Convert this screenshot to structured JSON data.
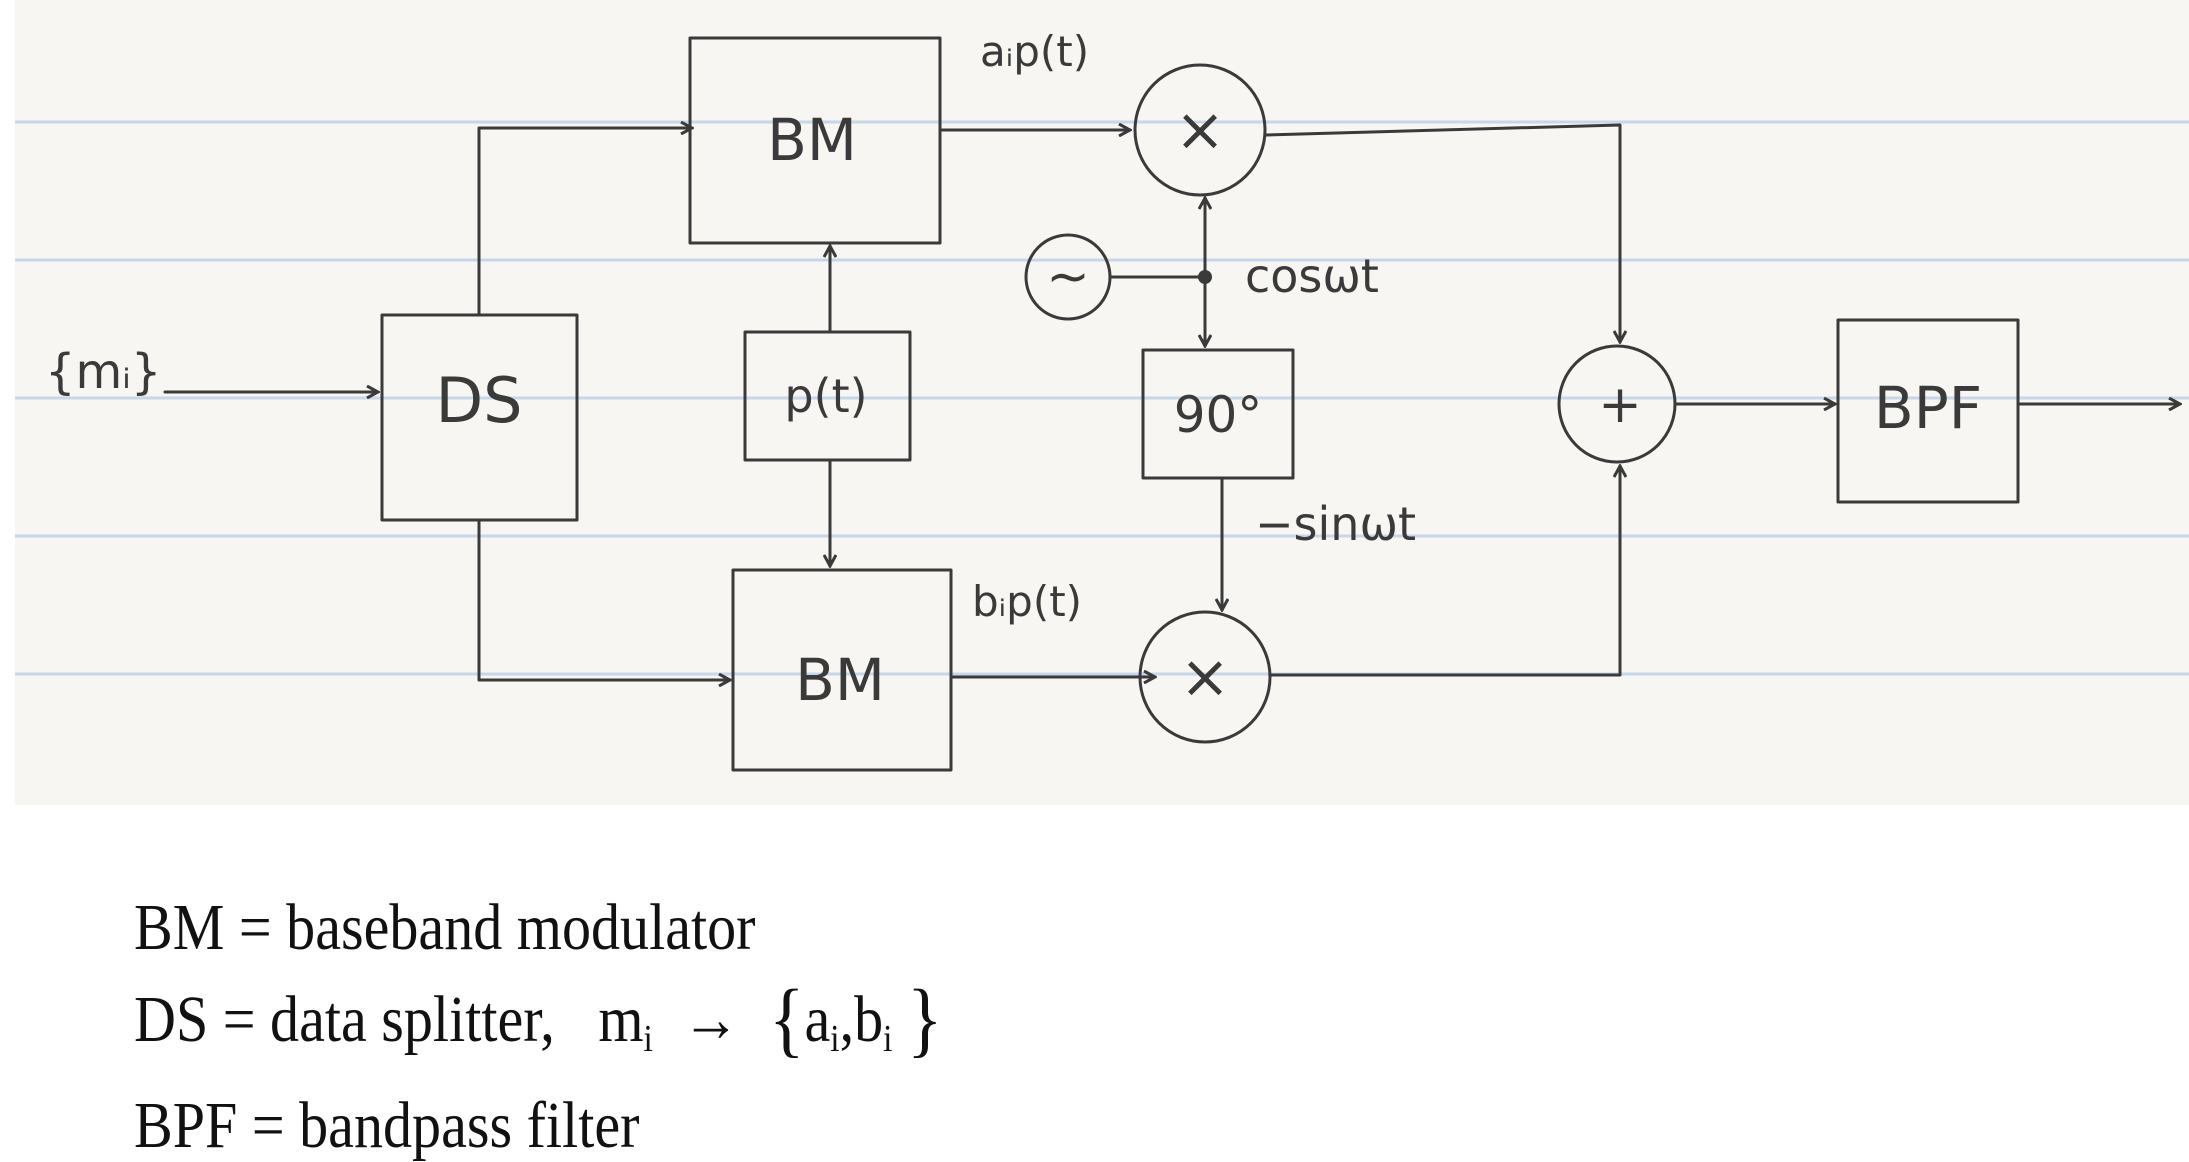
{
  "diagram": {
    "blocks": {
      "bm_top": "BM",
      "bm_bottom": "BM",
      "ds": "DS",
      "pulse": "p(t)",
      "phase_shift": "90°",
      "bpf": "BPF"
    },
    "operators": {
      "mult_top": "×",
      "mult_bottom": "×",
      "adder": "+",
      "oscillator": "~"
    },
    "signals": {
      "input": "{mᵢ}",
      "top_branch": "aᵢp(t)",
      "bottom_branch": "bᵢp(t)",
      "cos_carrier": "cosωt",
      "sin_carrier": "−sinωt"
    }
  },
  "legend": {
    "line1": "BM = baseband modulator",
    "line2_prefix": "DS = data splitter,",
    "line2_m": "m",
    "line2_sub": "i",
    "line2_arrow": "→",
    "line2_a": "a",
    "line2_b": "b",
    "line3": "BPF = bandpass filter"
  }
}
